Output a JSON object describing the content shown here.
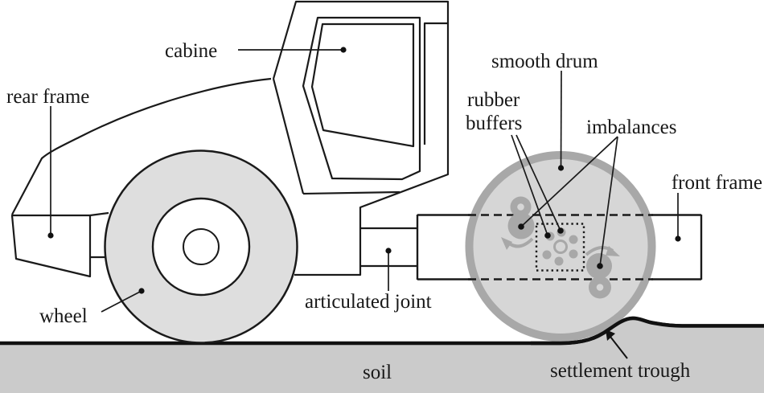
{
  "figure": {
    "kind": "technical-diagram",
    "subject": "vibratory roller compacting soil (schematic with part labels)",
    "labels": {
      "rear_frame": "rear frame",
      "cabine": "cabine",
      "wheel": "wheel",
      "articulated_joint": "articulated joint",
      "smooth_drum": "smooth drum",
      "rubber_buffers_line1": "rubber",
      "rubber_buffers_line2": "buffers",
      "imbalances": "imbalances",
      "front_frame": "front frame",
      "soil": "soil",
      "settlement_trough": "settlement trough"
    },
    "colors": {
      "line": "#1a1a1a",
      "machine_fill": "#ffffff",
      "wheel_fill": "#dedede",
      "drum_fill": "#d6d6d6",
      "drum_ring": "#a8a8a8",
      "accent_gray": "#a8a8a8",
      "soil_fill": "#cbcbcb",
      "background": "#ffffff"
    }
  }
}
